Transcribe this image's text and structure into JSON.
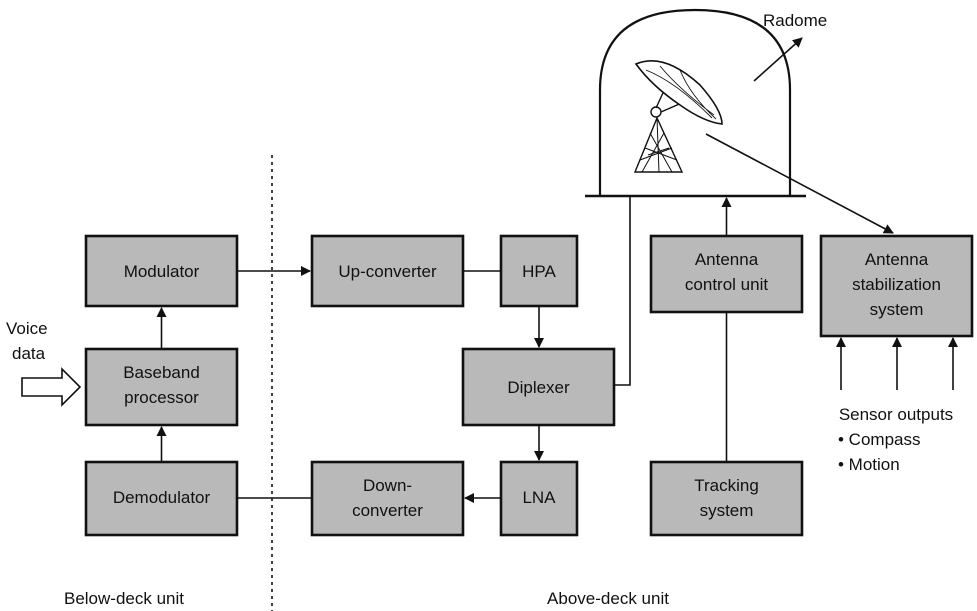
{
  "blocks": {
    "modulator": "Modulator",
    "baseband_1": "Baseband",
    "baseband_2": "processor",
    "demodulator": "Demodulator",
    "upconverter": "Up-converter",
    "hpa": "HPA",
    "diplexer": "Diplexer",
    "downconverter_1": "Down-",
    "downconverter_2": "converter",
    "lna": "LNA",
    "acu_1": "Antenna",
    "acu_2": "control unit",
    "tracking_1": "Tracking",
    "tracking_2": "system",
    "stab_1": "Antenna",
    "stab_2": "stabilization",
    "stab_3": "system"
  },
  "labels": {
    "voice_1": "Voice",
    "voice_2": "data",
    "radome": "Radome",
    "sensor_title": "Sensor outputs",
    "sensor_1": "• Compass",
    "sensor_2": "• Motion",
    "below_deck": "Below-deck unit",
    "above_deck": "Above-deck unit"
  }
}
